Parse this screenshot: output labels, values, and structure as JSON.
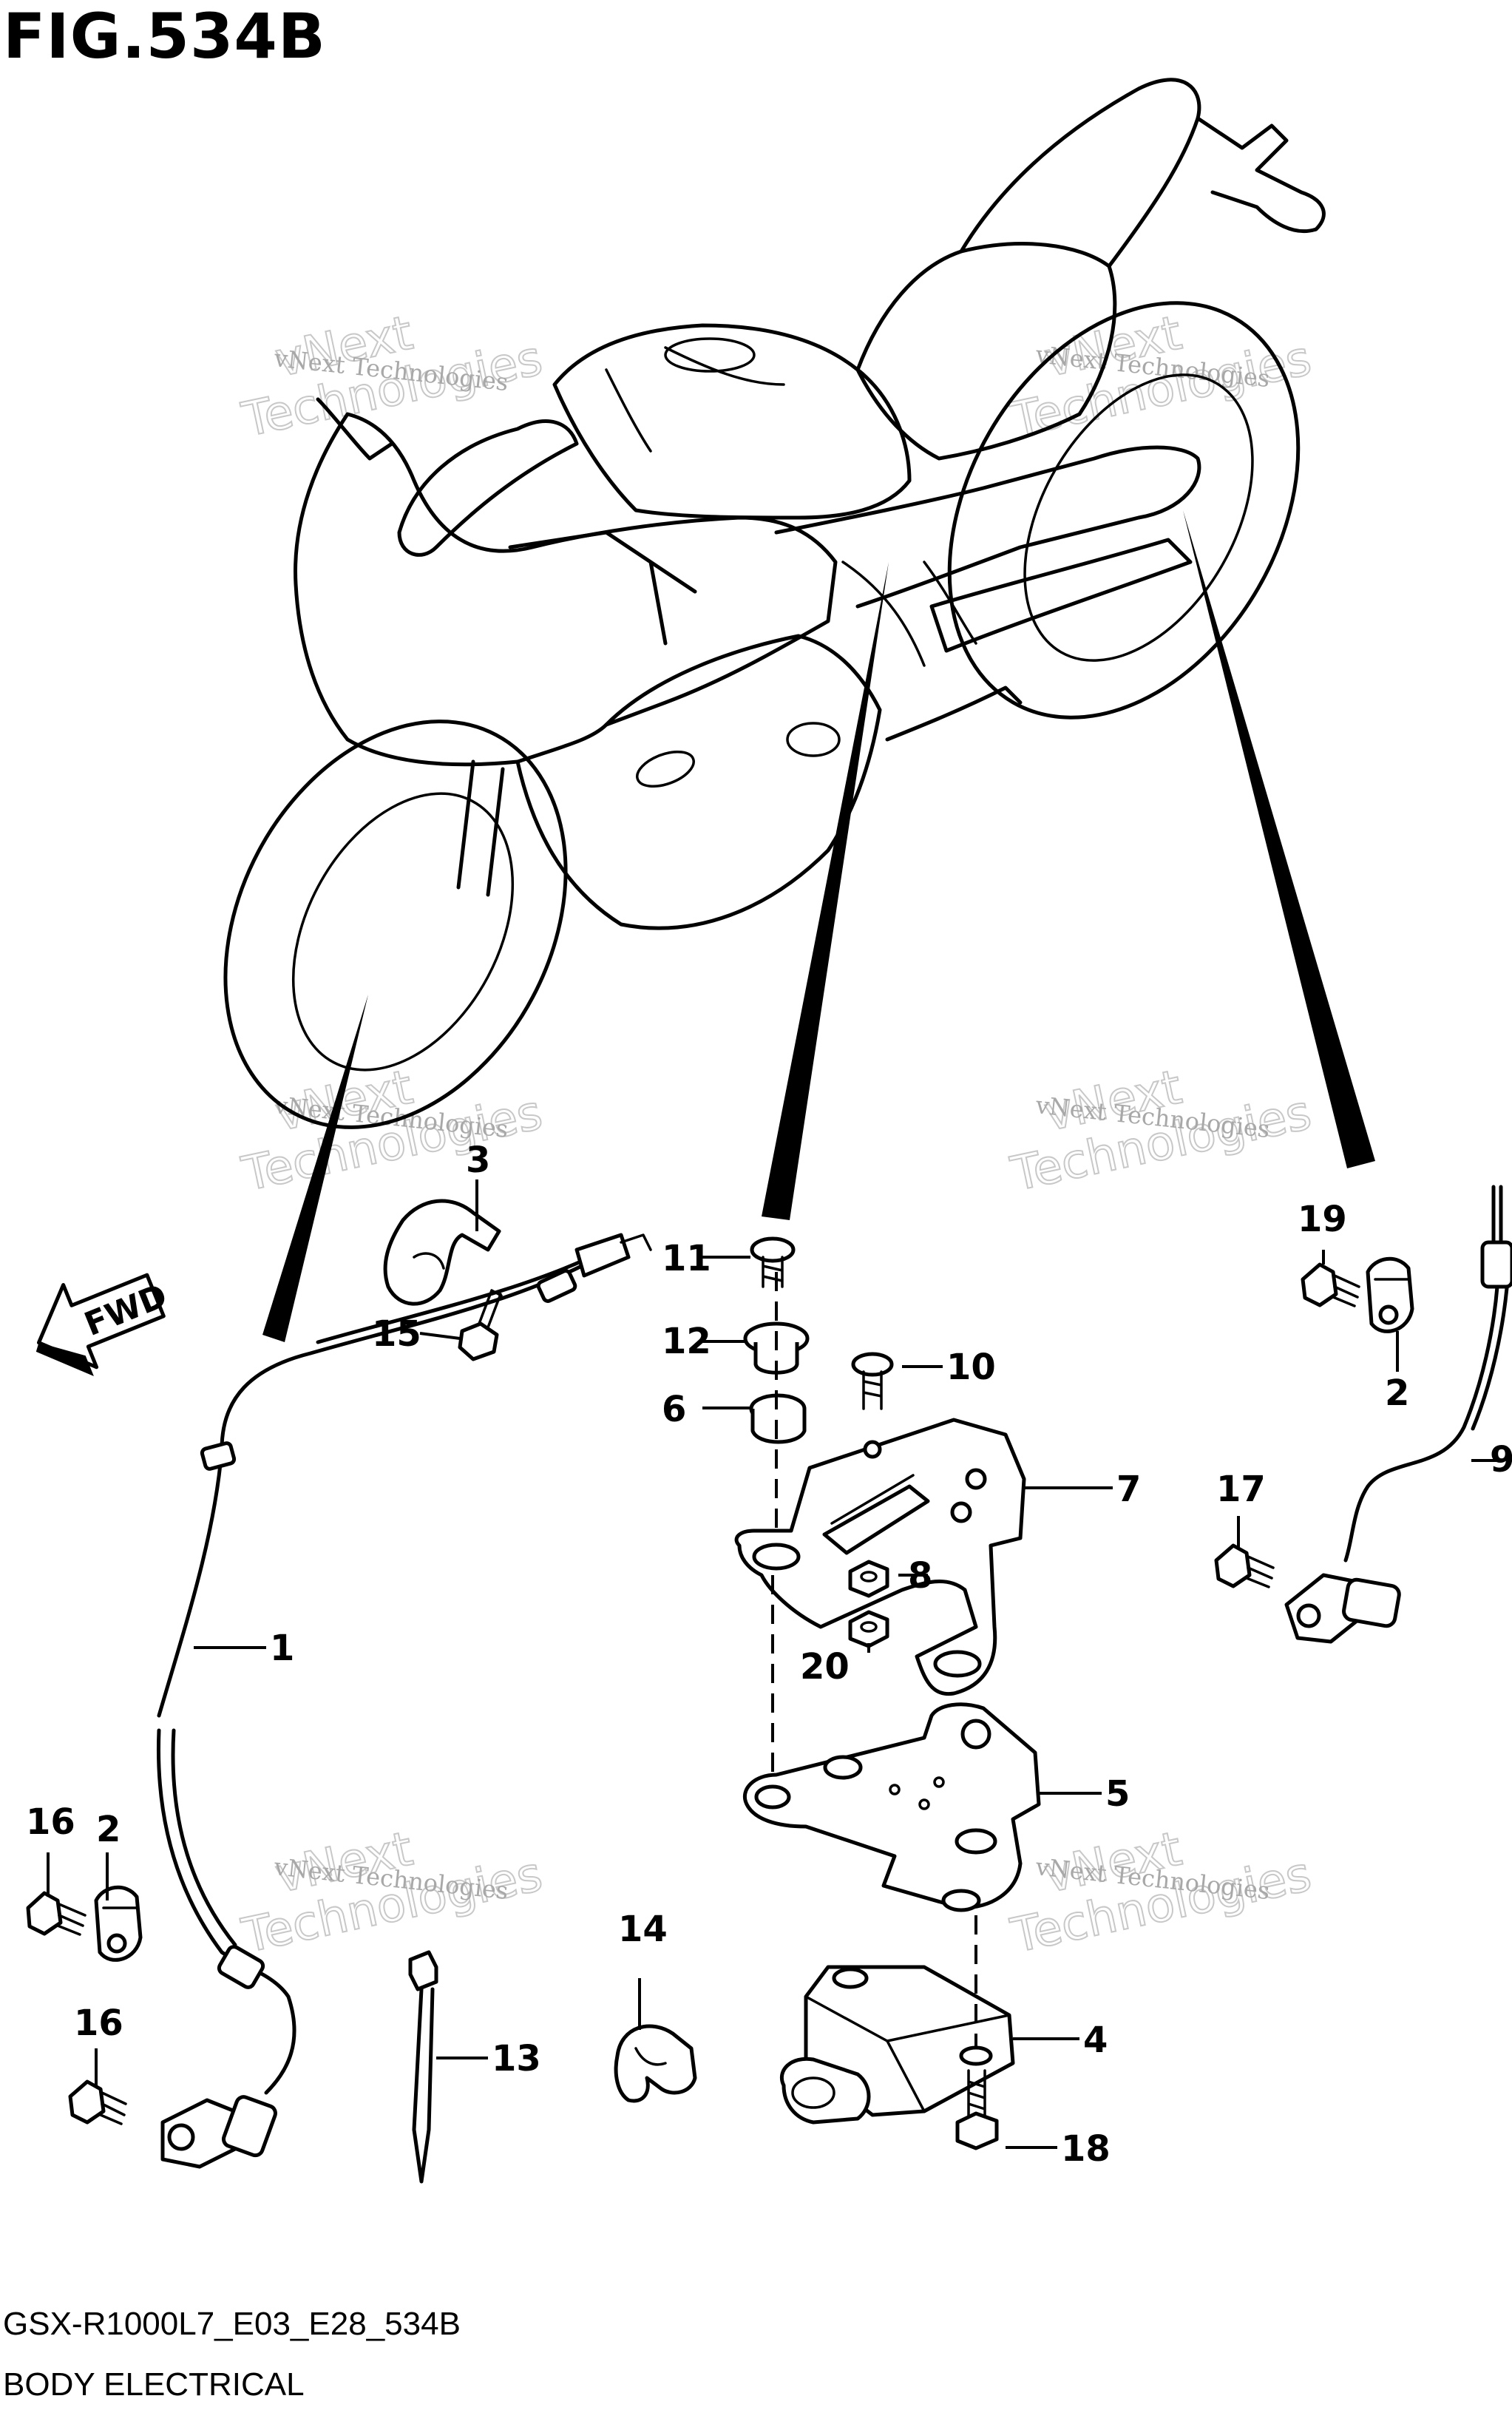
{
  "figure": {
    "title": "FIG.534B",
    "model_code": "GSX-R1000L7_E03_E28_534B",
    "section_name": "BODY ELECTRICAL",
    "direction_label": "FWD"
  },
  "watermark": {
    "line1": "vNext Technologies",
    "line2": "vNext",
    "line3": "Technologies"
  },
  "callouts": [
    {
      "id": "c1",
      "label": "1"
    },
    {
      "id": "c2a",
      "label": "2"
    },
    {
      "id": "c2b",
      "label": "2"
    },
    {
      "id": "c3",
      "label": "3"
    },
    {
      "id": "c4",
      "label": "4"
    },
    {
      "id": "c5",
      "label": "5"
    },
    {
      "id": "c6",
      "label": "6"
    },
    {
      "id": "c7",
      "label": "7"
    },
    {
      "id": "c8",
      "label": "8"
    },
    {
      "id": "c9",
      "label": "9"
    },
    {
      "id": "c10",
      "label": "10"
    },
    {
      "id": "c11",
      "label": "11"
    },
    {
      "id": "c12",
      "label": "12"
    },
    {
      "id": "c13",
      "label": "13"
    },
    {
      "id": "c14",
      "label": "14"
    },
    {
      "id": "c15",
      "label": "15"
    },
    {
      "id": "c16a",
      "label": "16"
    },
    {
      "id": "c16b",
      "label": "16"
    },
    {
      "id": "c17",
      "label": "17"
    },
    {
      "id": "c18",
      "label": "18"
    },
    {
      "id": "c19",
      "label": "19"
    },
    {
      "id": "c20",
      "label": "20"
    }
  ]
}
